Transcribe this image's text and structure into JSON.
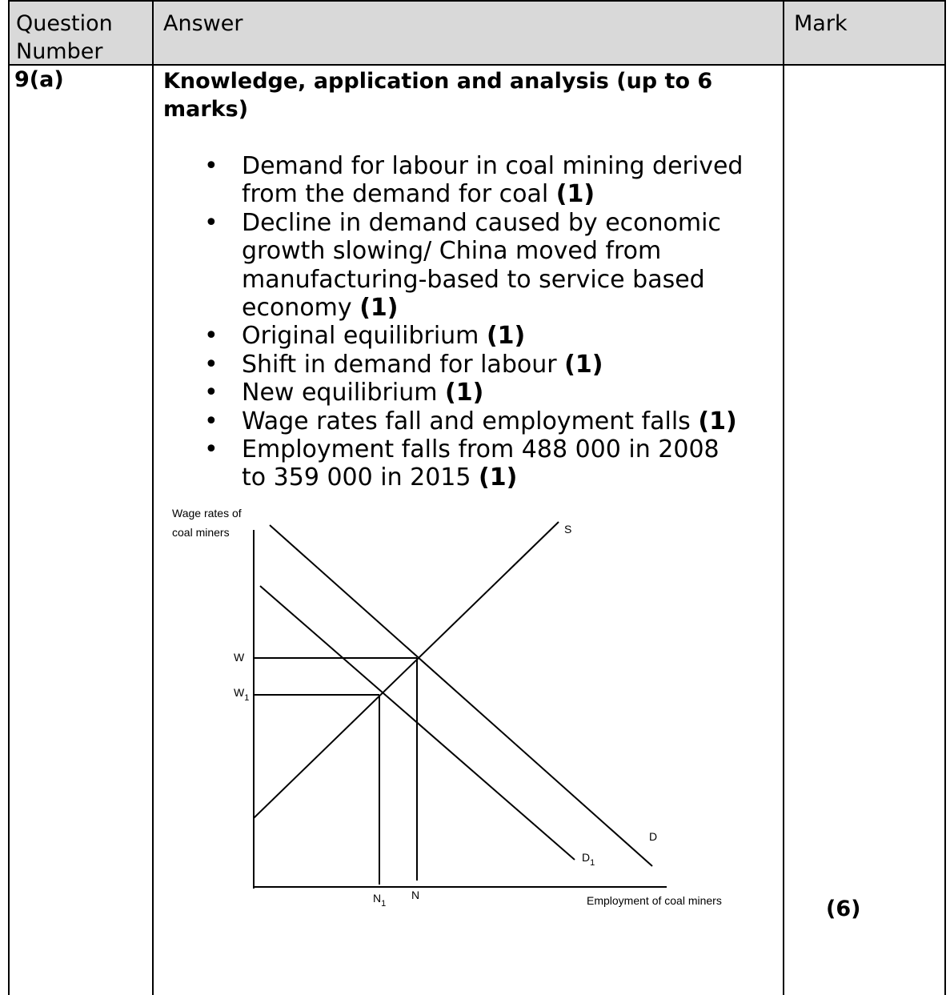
{
  "header": {
    "col1": "Question Number",
    "col2": "Answer",
    "col3": "Mark"
  },
  "row": {
    "question_number": "9(a)",
    "heading": "Knowledge, application and analysis (up to 6 marks)",
    "points": [
      {
        "text": "Demand for labour in coal mining derived from the demand for coal",
        "mark": "(1)"
      },
      {
        "text": "Decline in demand caused by economic growth slowing/ China moved from manufacturing-based to service based economy",
        "mark": "(1)"
      },
      {
        "text": "Original equilibrium",
        "mark": "(1)"
      },
      {
        "text": "Shift in demand for labour",
        "mark": "(1)"
      },
      {
        "text": "New equilibrium",
        "mark": "(1)"
      },
      {
        "text": "Wage rates fall and employment falls",
        "mark": "(1)"
      },
      {
        "text": "Employment falls from 488 000 in 2008 to 359 000 in 2015",
        "mark": "(1)"
      }
    ],
    "mark": "(6)"
  },
  "diagram": {
    "y_axis_label_line1": "Wage rates of",
    "y_axis_label_line2": "coal miners",
    "x_axis_label": "Employment of coal miners",
    "supply_label": "S",
    "demand_label": "D",
    "demand_new_label": "D",
    "demand_new_sub": "1",
    "wage_label": "W",
    "wage_new_label": "W",
    "wage_new_sub": "1",
    "qty_label": "N",
    "qty_new_label": "N",
    "qty_new_sub": "1"
  }
}
